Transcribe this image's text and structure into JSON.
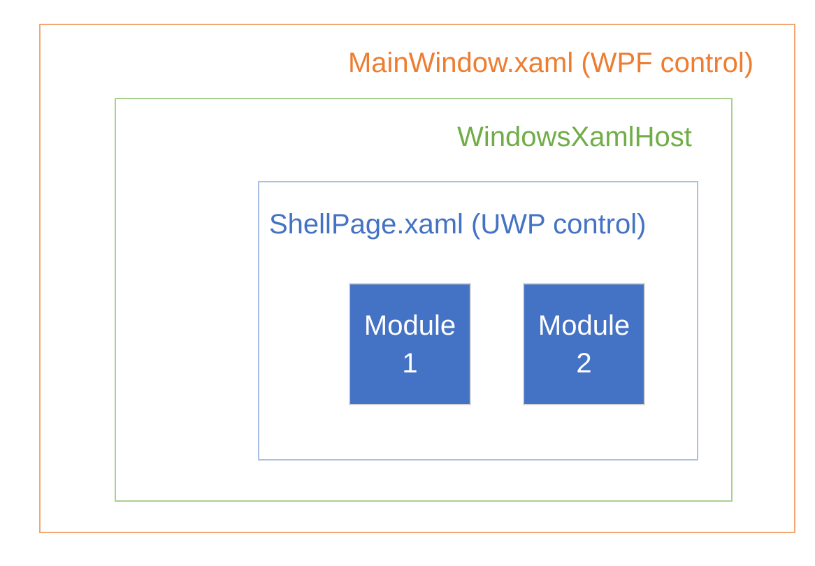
{
  "diagram": {
    "title": "MainWindow.xaml (WPF control)",
    "outer_box": {
      "label": "MainWindow.xaml (WPF control)",
      "text_color": "#ED7D31",
      "border_color": "#F2A772"
    },
    "host_box": {
      "label": "WindowsXamlHost",
      "text_color": "#70AD47",
      "border_color": "#A9D18E"
    },
    "shell_box": {
      "label": "ShellPage.xaml (UWP control)",
      "text_color": "#4472C4",
      "border_color": "#A9BFE5"
    },
    "modules": [
      {
        "name_line": "Module",
        "number": "1",
        "fill_color": "#4472C4",
        "text_color": "#FFFFFF",
        "border_color": "#D6D4D4"
      },
      {
        "name_line": "Module",
        "number": "2",
        "fill_color": "#4472C4",
        "text_color": "#FFFFFF",
        "border_color": "#D6D4D4"
      }
    ],
    "background_color": "#FFFFFF"
  }
}
